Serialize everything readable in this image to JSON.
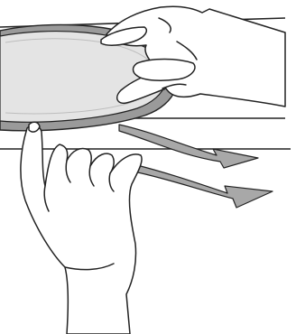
{
  "illustration": {
    "colors": {
      "line": "#222222",
      "background": "#ffffff",
      "disc_fill": "#e4e4e4",
      "disc_rim": "#9a9a9a",
      "arrow_fill": "#a8a8a8",
      "skin": "#ffffff"
    },
    "parts": [
      "shelf-lines",
      "round-disc",
      "upper-hand",
      "lower-hand",
      "motion-arrows"
    ]
  }
}
